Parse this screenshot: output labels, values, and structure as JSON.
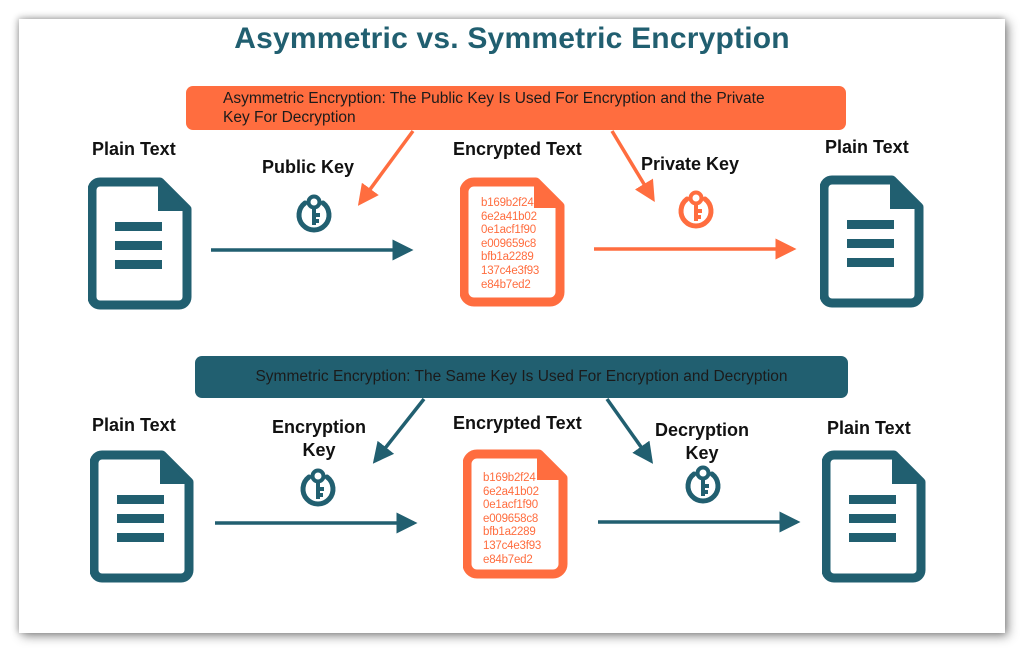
{
  "title": "Asymmetric vs. Symmetric Encryption",
  "colors": {
    "teal": "#215f70",
    "orange": "#ff6d3f",
    "text": "#111111"
  },
  "asymmetric": {
    "banner_line1": "Asymmetric Encryption: The Public Key Is Used For Encryption and the Private",
    "banner_line2": "Key For Decryption",
    "source_label": "Plain Text",
    "key1_label": "Public Key",
    "middle_label": "Encrypted Text",
    "key2_label": "Private Key",
    "target_label": "Plain Text",
    "ciphertext": [
      "b169b2f24",
      "6e2a41b02",
      "0e1acf1f90",
      "e009659c8",
      "bfb1a2289",
      "137c4e3f93",
      "e84b7ed2"
    ]
  },
  "symmetric": {
    "banner": "Symmetric Encryption: The Same Key Is Used For Encryption and Decryption",
    "source_label": "Plain Text",
    "key1_label_line1": "Encryption",
    "key1_label_line2": "Key",
    "middle_label": "Encrypted Text",
    "key2_label_line1": "Decryption",
    "key2_label_line2": "Key",
    "target_label": "Plain Text",
    "ciphertext": [
      "b169b2f24",
      "6e2a41b02",
      "0e1acf1f90",
      "e009658c8",
      "bfb1a2289",
      "137c4e3f93",
      "e84b7ed2"
    ]
  }
}
